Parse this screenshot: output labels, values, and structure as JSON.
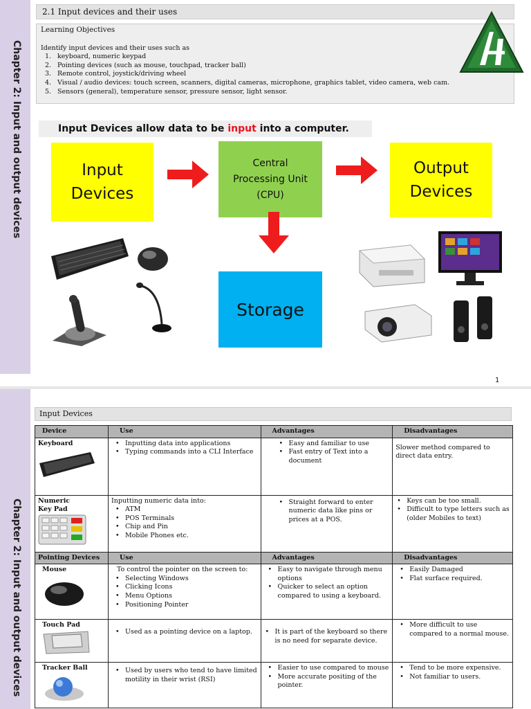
{
  "page1": {
    "side_label": "Chapter 2: Input and output devices",
    "section_title": "2.1 Input devices and their uses",
    "objectives_heading": "Learning Objectives",
    "objectives_intro": "Identify input devices and their uses such as",
    "objectives": [
      {
        "num": "1.",
        "text": "keyboard, numeric keypad"
      },
      {
        "num": "2.",
        "text": "Pointing devices (such as mouse, touchpad, tracker ball)"
      },
      {
        "num": "3.",
        "text": "Remote control, joystick/driving wheel"
      },
      {
        "num": "4.",
        "text": "Visual / audio devices: touch screen, scanners, digital cameras, microphone, graphics tablet, video camera, web cam."
      },
      {
        "num": "5.",
        "text": "Sensors (general), temperature sensor, pressure sensor, light sensor."
      }
    ],
    "intro_before": "Input Devices allow data to be ",
    "intro_highlight": "input",
    "intro_after": " into a computer.",
    "box_input_line1": "Input",
    "box_input_line2": "Devices",
    "box_cpu_line1": "Central",
    "box_cpu_line2": "Processing Unit",
    "box_cpu_line3": "(CPU)",
    "box_output_line1": "Output",
    "box_output_line2": "Devices",
    "box_storage": "Storage",
    "page_number": "1",
    "colors": {
      "highlight": "#e8121e",
      "arrow": "#ee1c1c",
      "yellow": "#ffff00",
      "green": "#8fd14f",
      "blue": "#00b0f0",
      "sidebar": "#d9cfe6"
    }
  },
  "page2": {
    "side_label": "Chapter 2: Input and output devices",
    "section_title": "Input Devices",
    "headers": {
      "device": "Device",
      "use": "Use",
      "advantages": "Advantages",
      "disadvantages": "Disadvantages"
    },
    "keyboard": {
      "name": "Keyboard",
      "use": [
        "Inputting data into applications",
        "Typing commands into a CLI Interface"
      ],
      "advantages": [
        "Easy and familiar to use",
        "Fast entry of Text into a document"
      ],
      "disadvantages": "Slower method compared to direct data entry."
    },
    "keypad": {
      "name_line1": "Numeric",
      "name_line2": "Key Pad",
      "use_intro": "Inputting numeric data into:",
      "use": [
        "ATM",
        "POS Terminals",
        "Chip and Pin",
        "Mobile Phones etc."
      ],
      "advantages": [
        "Straight forward to enter numeric data like pins or prices at a POS."
      ],
      "disadvantages": [
        "Keys can be too small.",
        "Difficult to type letters such as (older Mobiles to text)"
      ]
    },
    "pointing_headers": {
      "device": "Pointing Devices",
      "use": "Use",
      "advantages": "Advantages",
      "disadvantages": "Disadvantages"
    },
    "mouse": {
      "name": "Mouse",
      "use_intro": "To control the pointer on the screen to:",
      "use": [
        "Selecting Windows",
        "Clicking Icons",
        "Menu Options",
        "Positioning Pointer"
      ],
      "advantages": [
        "Easy to navigate through menu options",
        "Quicker to select an option compared to using a keyboard."
      ],
      "disadvantages": [
        "Easily Damaged",
        "Flat surface required."
      ]
    },
    "touchpad": {
      "name": "Touch Pad",
      "use": [
        "Used as a pointing device on a laptop."
      ],
      "advantages": [
        "It is part of the keyboard so there is no need for separate device."
      ],
      "disadvantages": [
        "More difficult to use compared to a normal mouse."
      ]
    },
    "trackerball": {
      "name": "Tracker Ball",
      "use": [
        "Used by users who tend to have limited motility in their wrist (RSI)"
      ],
      "advantages": [
        "Easier to use compared to mouse",
        "More accurate positing of the pointer."
      ],
      "disadvantages": [
        "Tend to be more expensive.",
        "Not familiar to users."
      ]
    }
  }
}
